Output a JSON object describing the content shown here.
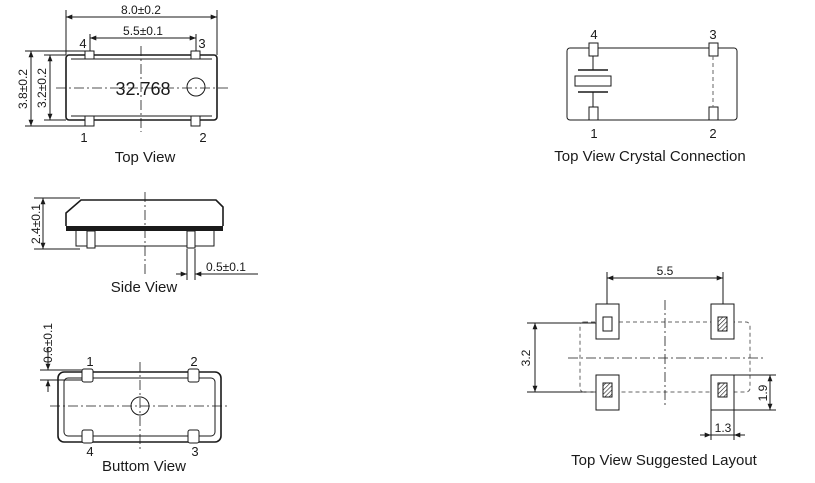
{
  "top_view": {
    "caption": "Top View",
    "marking": "32.768",
    "dim_length": "8.0±0.2",
    "dim_pin_pitch": "5.5±0.1",
    "dim_width": "3.8±0.2",
    "dim_body_width": "3.2±0.2",
    "pins": [
      "1",
      "2",
      "3",
      "4"
    ]
  },
  "side_view": {
    "caption": "Side View",
    "dim_height": "2.4±0.1",
    "dim_pin_width": "0.5±0.1"
  },
  "bottom_view": {
    "caption": "Buttom View",
    "dim_pad_height": "0.6±0.1",
    "pins": [
      "1",
      "2",
      "3",
      "4"
    ]
  },
  "crystal_connection": {
    "caption": "Top View Crystal Connection",
    "pins": [
      "1",
      "2",
      "3",
      "4"
    ]
  },
  "suggested_layout": {
    "caption": "Top View Suggested Layout",
    "dim_pitch": "5.5",
    "dim_height": "3.2",
    "dim_pad_height": "1.9",
    "dim_pad_width": "1.3"
  }
}
